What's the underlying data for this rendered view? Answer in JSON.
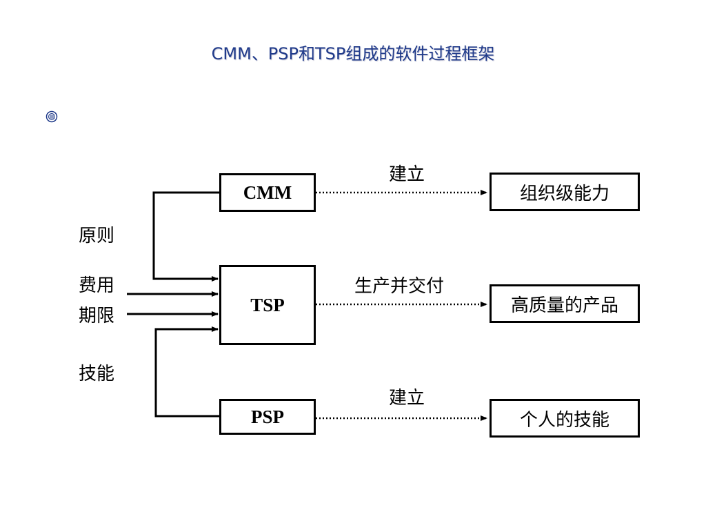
{
  "title": "CMM、PSP和TSP组成的软件过程框架",
  "inputs": {
    "principle": "原则",
    "cost": "费用",
    "deadline": "期限",
    "skill": "技能"
  },
  "processes": {
    "cmm": "CMM",
    "tsp": "TSP",
    "psp": "PSP"
  },
  "relations": {
    "cmm": "建立",
    "tsp": "生产并交付",
    "psp": "建立"
  },
  "outcomes": {
    "cmm": "组织级能力",
    "tsp": "高质量的产品",
    "psp": "个人的技能"
  },
  "colors": {
    "title": "#1f3a8a",
    "line": "#000000"
  }
}
